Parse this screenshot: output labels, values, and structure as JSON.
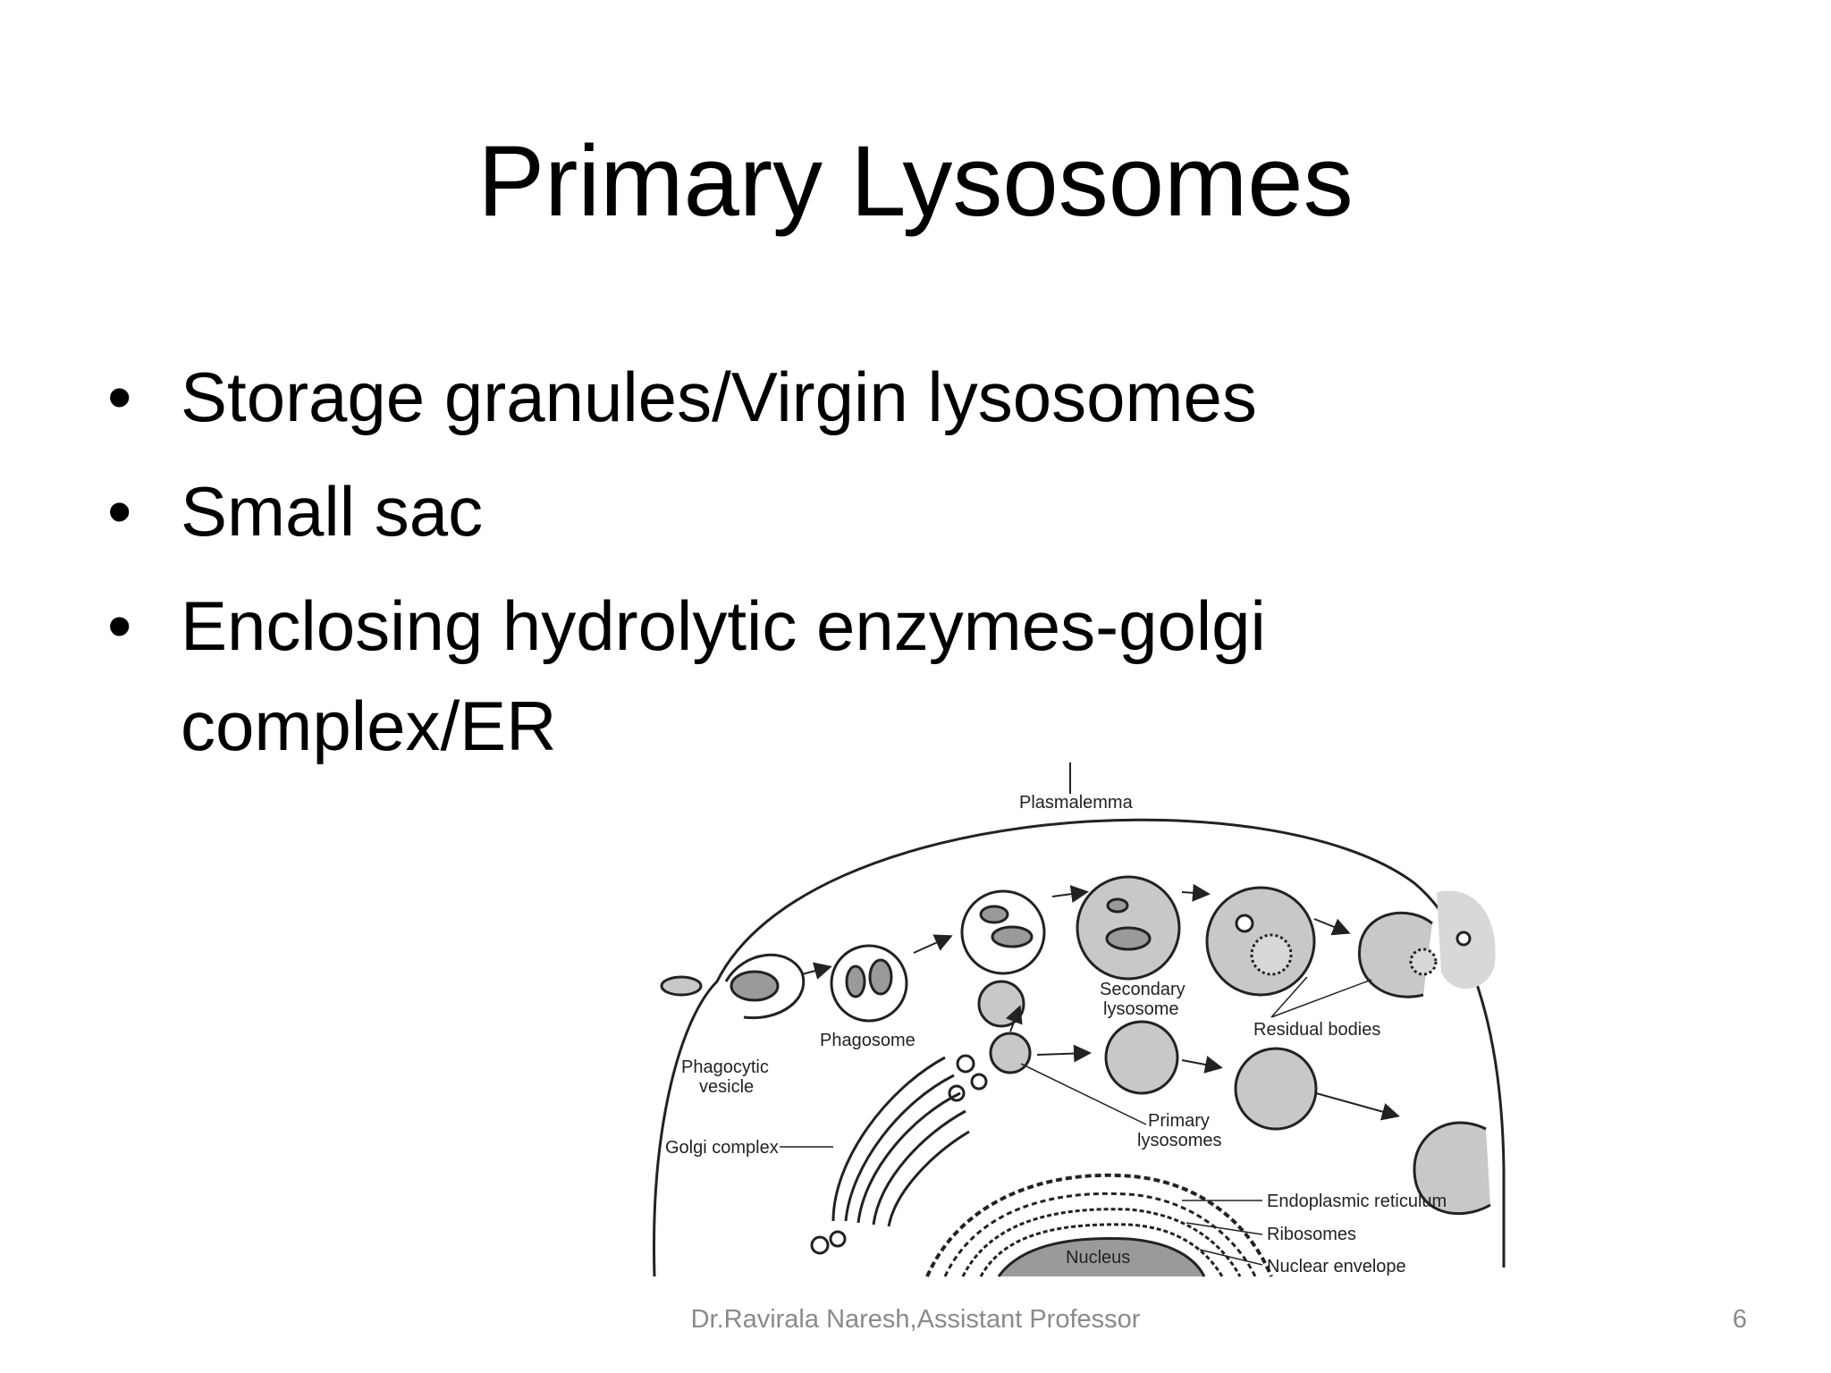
{
  "slide": {
    "title": "Primary Lysosomes",
    "bullets": [
      {
        "marker": "•",
        "text": "Storage granules/Virgin lysosomes"
      },
      {
        "marker": "•",
        "text": "Small sac"
      },
      {
        "marker": "•",
        "text": "Enclosing hydrolytic enzymes-golgi complex/ER"
      }
    ],
    "footer": "Dr.Ravirala Naresh,Assistant Professor",
    "page_number": "6"
  },
  "figure": {
    "labels": {
      "plasmalemma": "Plasmalemma",
      "secondary_lysosome_1": "Secondary",
      "secondary_lysosome_2": "lysosome",
      "phagosome": "Phagosome",
      "phagocytic_vesicle_1": "Phagocytic",
      "phagocytic_vesicle_2": "vesicle",
      "residual_bodies": "Residual bodies",
      "golgi_complex": "Golgi complex",
      "primary_lysosomes_1": "Primary",
      "primary_lysosomes_2": "lysosomes",
      "endoplasmic_reticulum": "Endoplasmic reticulum",
      "ribosomes": "Ribosomes",
      "nuclear_envelope": "Nuclear envelope",
      "nucleus": "Nucleus"
    },
    "colors": {
      "fill": "#c8c8c8",
      "dark": "#8a8a8a",
      "line": "#222222"
    }
  }
}
